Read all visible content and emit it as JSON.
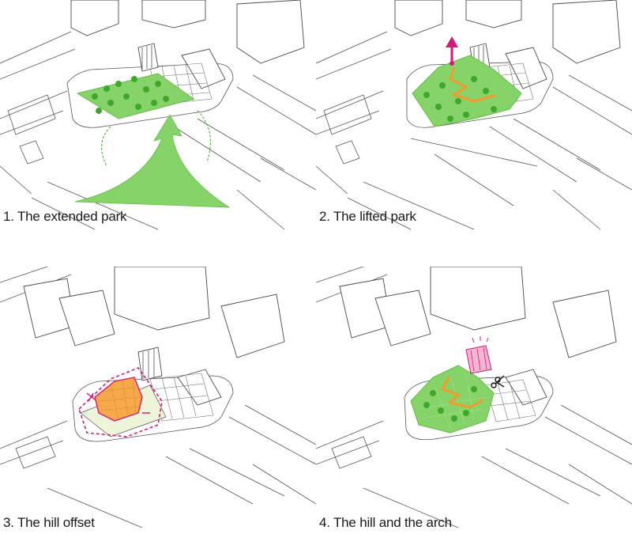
{
  "colors": {
    "park_green": "#86d36a",
    "park_green_dark": "#5fbf3f",
    "tree_green": "#3fa82a",
    "hill_orange": "#f5a94a",
    "path_orange": "#f39a2a",
    "accent_magenta": "#d6187a",
    "arch_pink": "#f2b6d2",
    "line_gray": "#4a4a4a"
  },
  "panels": [
    {
      "caption": "1. The extended park",
      "icon": "extension-arrow"
    },
    {
      "caption": "2. The lifted park",
      "icon": "lift-arrow"
    },
    {
      "caption": "3. The hill offset",
      "icon": "offset-outline"
    },
    {
      "caption": "4. The hill and the arch",
      "icon": "scissors-icon"
    }
  ]
}
